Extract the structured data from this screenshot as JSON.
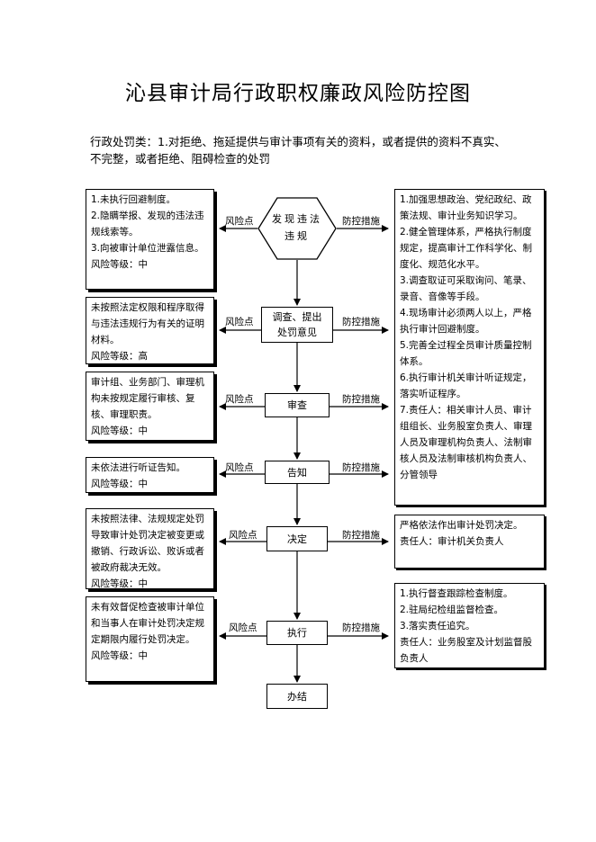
{
  "title": "沁县审计局行政职权廉政风险防控图",
  "intro": "行政处罚类：1.对拒绝、拖延提供与审计事项有关的资料，或者提供的资料不真实、不完整，或者拒绝、阻碍检查的处罚",
  "labels": {
    "risk": "风险点",
    "measure": "防控措施"
  },
  "steps": [
    "发现违法违规",
    "调查、提出处罚意见",
    "审查",
    "告知",
    "决定",
    "执行",
    "办结"
  ],
  "risks": [
    [
      "1.未执行回避制度。",
      "2.隐瞒举报、发现的违法违规线索等。",
      "3.向被审计单位泄露信息。",
      "风险等级：中"
    ],
    [
      "未按照法定权限和程序取得与违法违规行为有关的证明材料。",
      "风险等级：高"
    ],
    [
      "审计组、业务部门、审理机构未按规定履行审核、复核、审理职责。",
      "风险等级：中"
    ],
    [
      "未依法进行听证告知。",
      "风险等级：中"
    ],
    [
      "未按照法律、法规规定处罚导致审计处罚决定被变更或撤销、行政诉讼、败诉或者被政府裁决无效。",
      "风险等级：中"
    ],
    [
      "未有效督促检查被审计单位和当事人在审计处罚决定规定期限内履行处罚决定。",
      "风险等级：中"
    ]
  ],
  "measures": {
    "main": [
      "1.加强思想政治、党纪政纪、政策法规、审计业务知识学习。",
      "2.健全管理体系，严格执行制度规定，提高审计工作科学化、制度化、规范化水平。",
      "3.调查取证可采取询问、笔录、录音、音像等手段。",
      "4.现场审计必须两人以上，严格执行审计回避制度。",
      "5.完善全过程全员审计质量控制体系。",
      "6.执行审计机关审计听证规定，落实听证程序。",
      "7.责任人：相关审计人员、审计组组长、业务股室负责人、审理人员及审理机构负责人、法制审核人员及法制审核机构负责人、分管领导"
    ],
    "decision": [
      "严格依法作出审计处罚决定。",
      "责任人：审计机关负责人"
    ],
    "execute": [
      "1.执行督查跟踪检查制度。",
      "2.驻局纪检组监督检查。",
      "3.落实责任追究。",
      "责任人：业务股室及计划监督股负责人"
    ]
  }
}
